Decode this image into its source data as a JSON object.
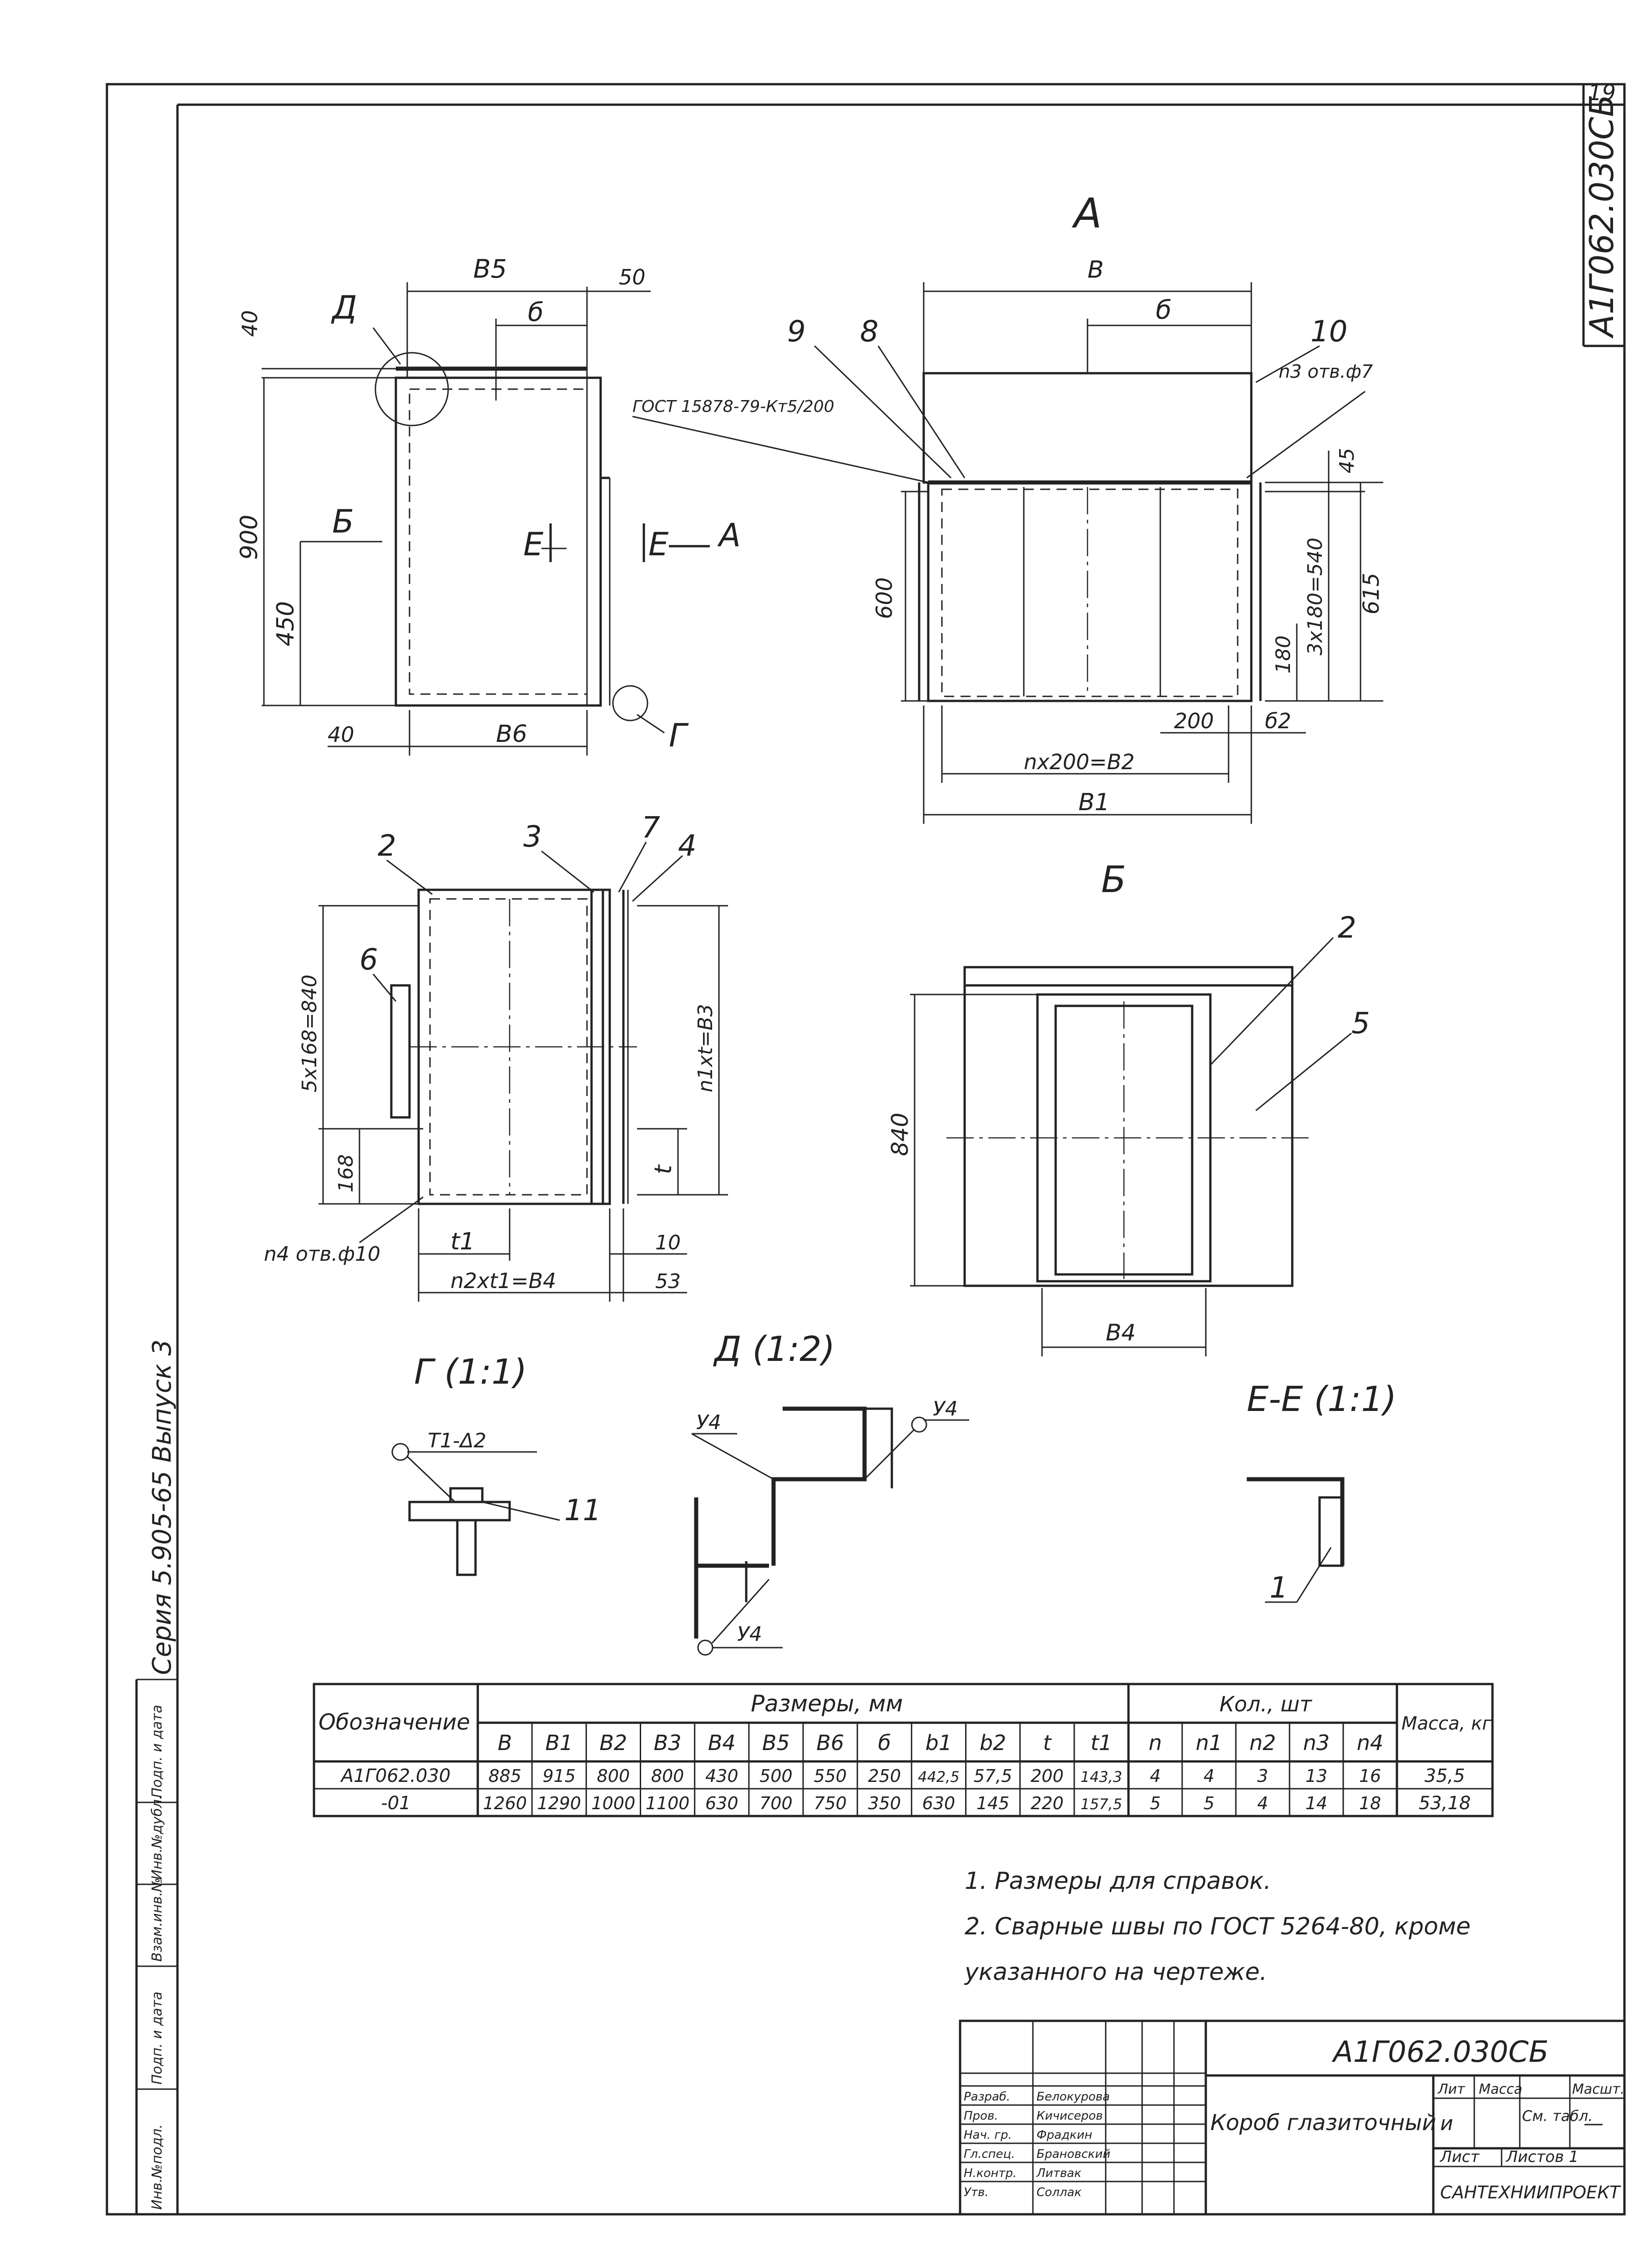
{
  "sheet": {
    "page_number": "19",
    "designation_vertical": "А1Г062.030СБ",
    "series_vertical": "Серия 5.905-65 Выпуск 3"
  },
  "views": {
    "view_a_label": "А",
    "view_b_label": "Б",
    "detail_g_label": "Г (1:1)",
    "detail_d_label": "Д (1:2)",
    "section_ee_label": "Е-Е (1:1)"
  },
  "dims": {
    "b5": "B5",
    "d50": "50",
    "b": "б",
    "d40_top": "40",
    "d900": "900",
    "d450": "450",
    "d40_bottom": "40",
    "b6": "B6",
    "arrow_b": "Б",
    "arrow_e1": "Е",
    "arrow_e2": "Е",
    "arrow_a": "А",
    "detail_d": "Д",
    "detail_g": "Г",
    "a_b": "B",
    "a_b_small": "б",
    "a_gost": "ГОСТ 15878-79-Кт5/200",
    "a_holes": "n3 отв.ф7",
    "a_45": "45",
    "a_600": "600",
    "a_3x180": "3х180=540",
    "a_615": "615",
    "a_180": "180",
    "a_200": "200",
    "a_b2small": "б2",
    "a_nx200": "nх200=B2",
    "a_b1": "B1",
    "pos9": "9",
    "pos8": "8",
    "pos10": "10",
    "pos2": "2",
    "pos3": "3",
    "pos7": "7",
    "pos4": "4",
    "pos6": "6",
    "s_5x168": "5х168=840",
    "s_168": "168",
    "s_n1t": "n1xt=B3",
    "s_t": "t",
    "s_t1": "t1",
    "s_10": "10",
    "s_holes": "n4 отв.ф10",
    "s_n2t1": "n2xt1=B4",
    "s_53": "53",
    "v_b_2": "2",
    "v_b_5": "5",
    "v_b_840": "840",
    "v_b_b4": "B4",
    "g_weld": "Т1-Δ2",
    "g_11": "11",
    "d_u4_1": "У4",
    "d_u4_2": "У4",
    "d_u4_3": "У4",
    "ee_1": "1"
  },
  "table": {
    "header_designation": "Обозначение",
    "header_sizes": "Размеры, мм",
    "header_qty": "Кол., шт",
    "header_mass": "Масса, кг",
    "columns": [
      "B",
      "B1",
      "B2",
      "B3",
      "B4",
      "B5",
      "B6",
      "б",
      "b1",
      "b2",
      "t",
      "t1",
      "n",
      "n1",
      "n2",
      "n3",
      "n4"
    ],
    "rows": [
      {
        "designation": "А1Г062.030",
        "values": [
          "885",
          "915",
          "800",
          "800",
          "430",
          "500",
          "550",
          "250",
          "442,5",
          "57,5",
          "200",
          "143,3",
          "4",
          "4",
          "3",
          "13",
          "16"
        ],
        "mass": "35,5"
      },
      {
        "designation": "-01",
        "values": [
          "1260",
          "1290",
          "1000",
          "1100",
          "630",
          "700",
          "750",
          "350",
          "630",
          "145",
          "220",
          "157,5",
          "5",
          "5",
          "4",
          "14",
          "18"
        ],
        "mass": "53,18"
      }
    ]
  },
  "notes": [
    "1. Размеры для справок.",
    "2. Сварные швы по ГОСТ 5264-80, кроме",
    "указанного на чертеже."
  ],
  "title_block": {
    "designation": "А1Г062.030СБ",
    "name": "Короб глазиточный",
    "lit_label": "Лит",
    "mass_label": "Масса",
    "scale_label": "Масшт.",
    "lit_value": "и",
    "mass_value": "См. табл.",
    "scale_value": "—",
    "sheet_label": "Лист",
    "sheets_label": "Листов 1",
    "org": "САНТЕХНИИПРОЕКТ",
    "roles": [
      "Разраб.",
      "Пров.",
      "Нач. гр.",
      "Гл.спец.",
      "Н.контр.",
      "Утв."
    ],
    "names": [
      "Белокурова",
      "Кичисеров",
      "Фрадкин",
      "Брановский",
      "Литвак",
      "Соллак"
    ]
  },
  "margin_labels": [
    "Инв.№подл.",
    "Подп. и дата",
    "Взам.инв.№",
    "Инв.№дубл.",
    "Подп. и дата"
  ]
}
